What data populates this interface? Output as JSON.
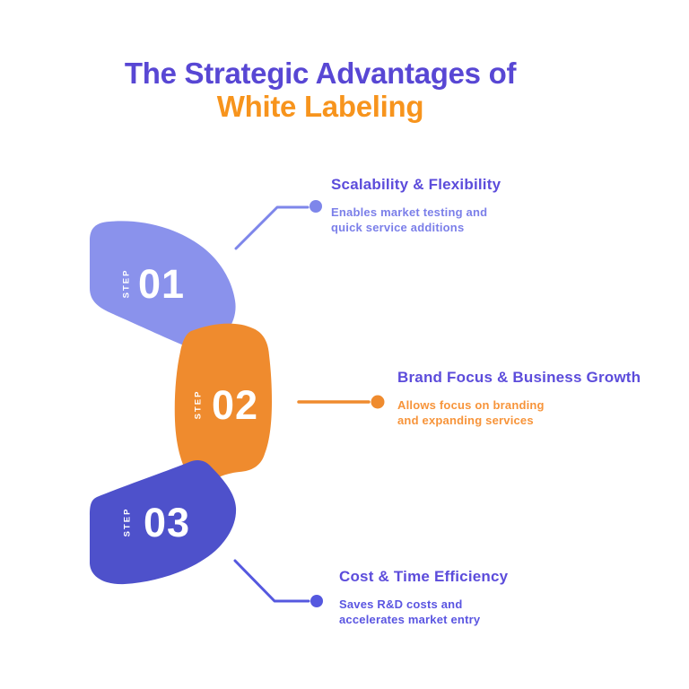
{
  "title": {
    "line1": "The Strategic Advantages of",
    "line2": "White Labeling"
  },
  "steps": [
    {
      "label": "STEP",
      "number": "01",
      "heading": "Scalability & Flexibility",
      "description": "Enables market testing and\nquick service additions",
      "blob_color": "#8A92EC",
      "accent_color": "#7E86EA",
      "heading_color": "#5C4CDB",
      "body_color": "#7B7FE9"
    },
    {
      "label": "STEP",
      "number": "02",
      "heading": "Brand Focus & Business Growth",
      "description": "Allows focus on branding\nand expanding services",
      "blob_color": "#EF8B2E",
      "accent_color": "#EF8B2E",
      "heading_color": "#5C4CDB",
      "body_color": "#F7943A"
    },
    {
      "label": "STEP",
      "number": "03",
      "heading": "Cost & Time Efficiency",
      "description": "Saves R&D costs and\naccelerates market entry",
      "blob_color": "#4E51CB",
      "accent_color": "#5558DF",
      "heading_color": "#5C4CDB",
      "body_color": "#5A55E1"
    }
  ],
  "colors": {
    "background": "#FFFFFF",
    "title_primary": "#5847D4",
    "title_accent": "#F7941D",
    "step_number_text": "#FFFFFF"
  }
}
